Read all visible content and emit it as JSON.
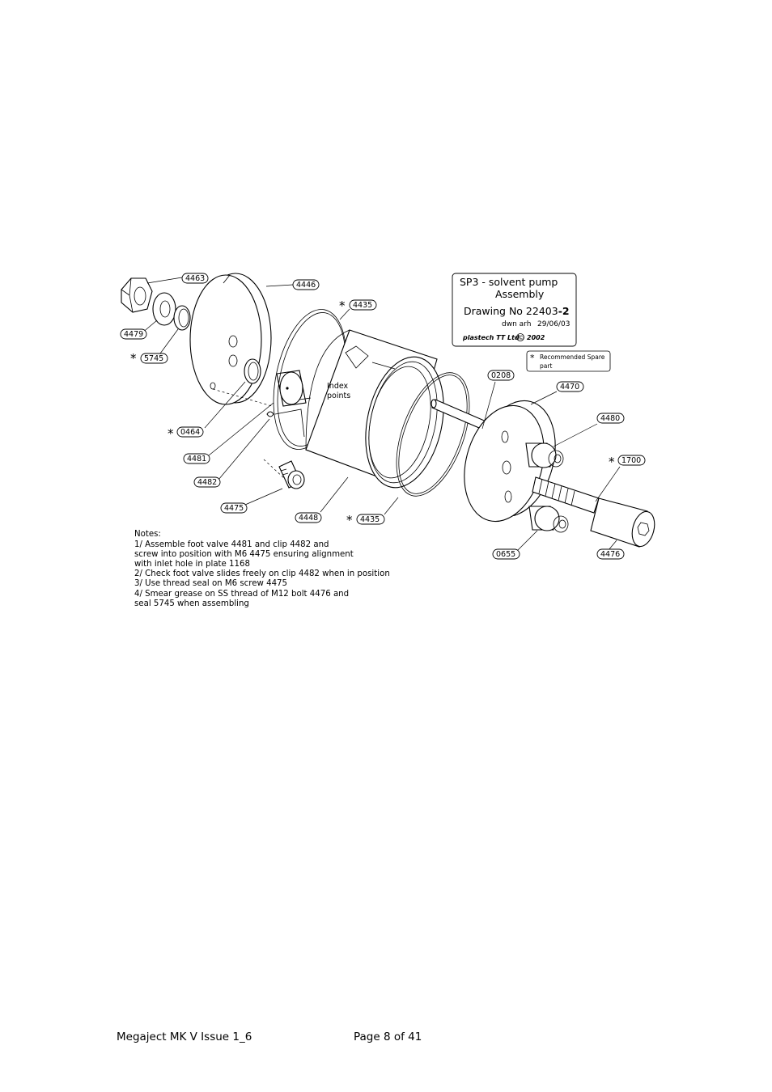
{
  "title_block": {
    "line1": "SP3 - solvent pump",
    "line2": "Assembly",
    "drawing_prefix": "Drawing No 22403",
    "drawing_suffix": "-2",
    "drawn_by": "dwn arh",
    "date": "29/06/03",
    "company": "plastech TT Ltd",
    "copyright_symbol": "©",
    "year": "2002"
  },
  "legend": {
    "star": "*",
    "line1": "Recommended Spare",
    "line2": "part"
  },
  "index_label": {
    "line1": "Index",
    "line2": "points"
  },
  "parts": {
    "p4463": "4463",
    "p4479": "4479",
    "p5745": "5745",
    "p4446": "4446",
    "p4435a": "4435",
    "p0464": "0464",
    "p4481": "4481",
    "p4482": "4482",
    "p4475": "4475",
    "p4448": "4448",
    "p4435b": "4435",
    "p0208": "0208",
    "p4470": "4470",
    "p4480": "4480",
    "p1700": "1700",
    "p0655": "0655",
    "p4476": "4476"
  },
  "notes": {
    "heading": "Notes:",
    "l1": "1/ Assemble foot valve 4481 and clip 4482 and",
    "l2": "screw into position with M6 4475 ensuring alignment",
    "l3": "with inlet hole in plate 1168",
    "l4": "2/ Check foot valve slides freely on clip 4482 when in position",
    "l5": "3/ Use thread seal on M6 screw 4475",
    "l6": "4/ Smear grease on SS thread of M12 bolt 4476 and",
    "l7": "seal 5745 when assembling"
  },
  "footer": {
    "left": "Megaject MK V Issue 1_6",
    "center": "Page 8 of 41"
  }
}
